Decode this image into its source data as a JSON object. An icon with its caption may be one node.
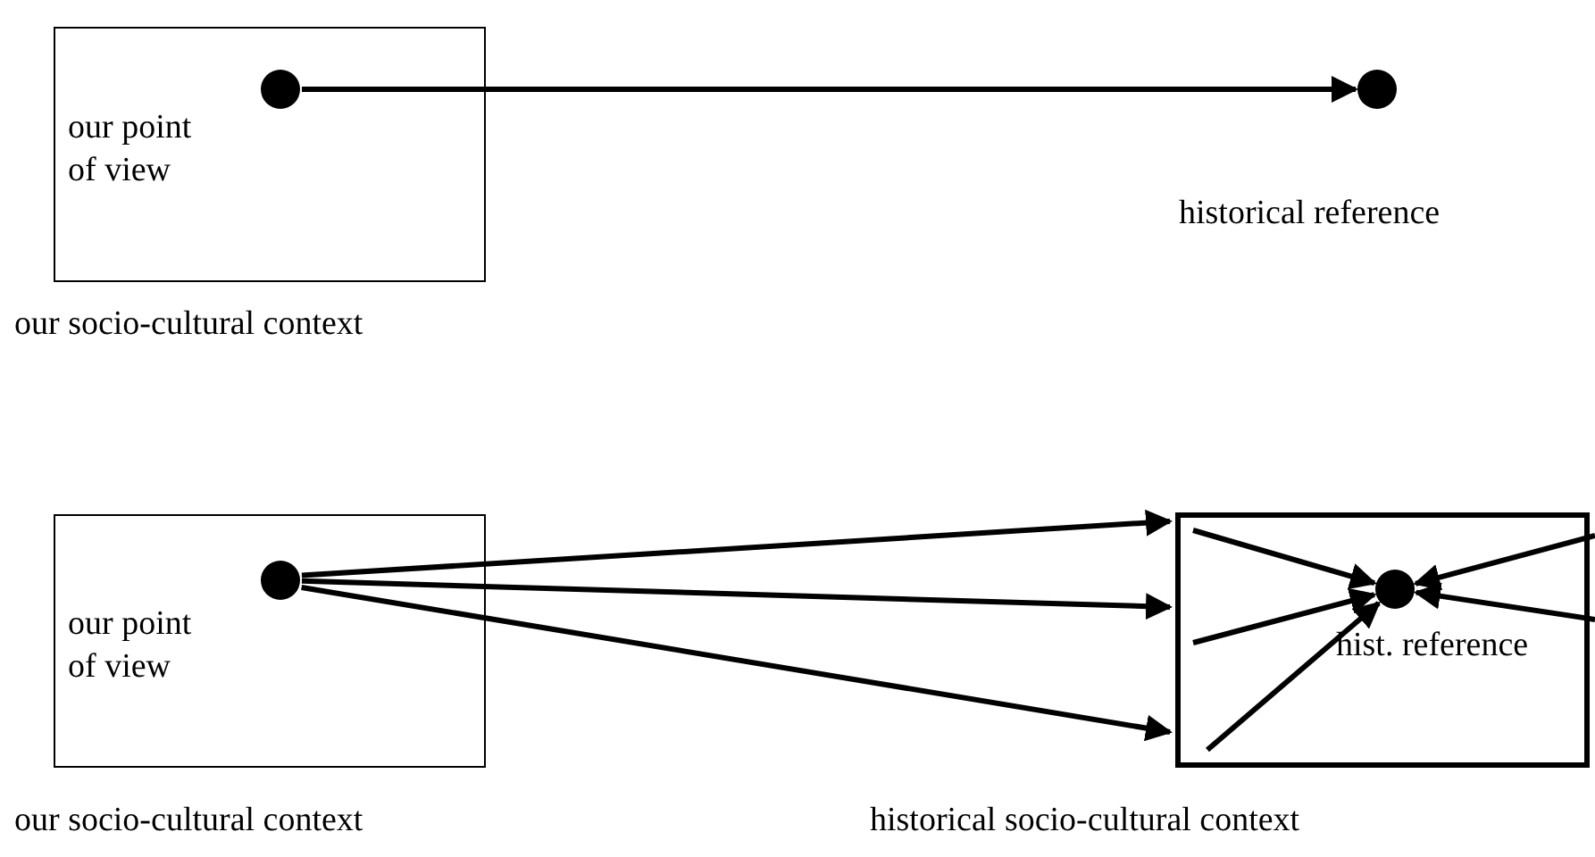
{
  "diagram": {
    "nodes": [
      {
        "text": [
          "our socio-cultural context"
        ]
      },
      {
        "text": [],
        "shape": "circle",
        "beside": [
          "our point of view"
        ],
        "in": 0
      },
      {
        "text": [],
        "shape": "circle",
        "beside": [
          "historical reference"
        ]
      },
      {
        "text": [
          "our socio-cultural context"
        ]
      },
      {
        "text": [],
        "shape": "circle",
        "beside": [
          "our point of view"
        ],
        "in": 3
      },
      {
        "text": [
          "historical socio-cultural context"
        ]
      },
      {
        "text": [],
        "shape": "circle",
        "beside": [
          "hist. reference"
        ],
        "in": 5
      }
    ],
    "edges": [
      {
        "from": 1,
        "to": 2,
        "arrow": "to"
      },
      {
        "from": 4,
        "to": 5,
        "arrow": "to"
      },
      {
        "from": 4,
        "to": 5,
        "arrow": "to"
      },
      {
        "from": 4,
        "to": 5,
        "arrow": "to"
      },
      {
        "from": null,
        "to": 6,
        "arrow": "to"
      },
      {
        "from": null,
        "to": 6,
        "arrow": "to"
      },
      {
        "from": null,
        "to": 6,
        "arrow": "to"
      },
      {
        "from": null,
        "to": 6,
        "arrow": "to"
      },
      {
        "from": null,
        "to": 6,
        "arrow": "to"
      }
    ]
  }
}
